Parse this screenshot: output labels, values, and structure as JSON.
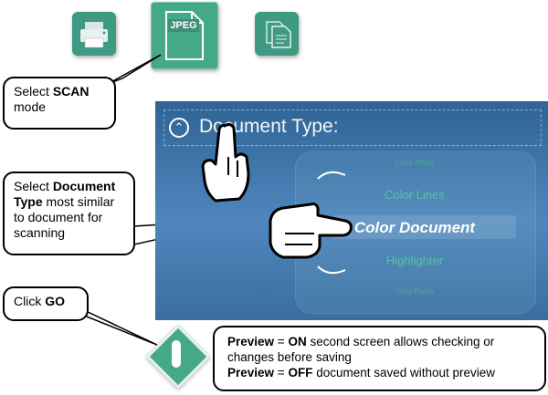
{
  "mode_buttons": {
    "jpeg_label": "JPEG"
  },
  "callouts": {
    "scan": {
      "prefix": "Select ",
      "bold": "SCAN",
      "suffix": " mode"
    },
    "doctype": {
      "prefix": "Select ",
      "bold": "Document Type",
      "suffix": " most similar to document for scanning"
    },
    "go": {
      "prefix": "Click ",
      "bold": "GO"
    },
    "preview": {
      "line1_bold": "Preview",
      "line1_eq": " = ",
      "line1_bold2": "ON",
      "line1_rest": " second screen allows checking or changes before saving",
      "line2_bold": "Preview",
      "line2_eq": " = ",
      "line2_bold2": "OFF",
      "line2_rest": " document saved without preview"
    }
  },
  "document_type": {
    "title": "Document Type:",
    "options": [
      "Color Photo",
      "Color Lines",
      "Color Document",
      "Highlighter",
      "Gray Photo"
    ],
    "selected": "Color Document"
  },
  "colors": {
    "accent_green": "#45a988",
    "panel_blue": "#3b74a8",
    "option_green": "#55c3a3"
  }
}
